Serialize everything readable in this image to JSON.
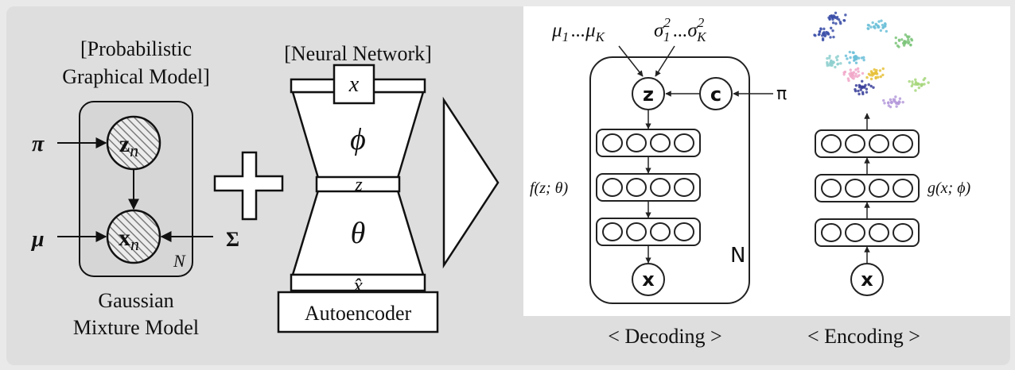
{
  "pgm": {
    "title_line1": "[Probabilistic",
    "title_line2": "Graphical Model]",
    "pi": "π",
    "mu": "μ",
    "sigma": "Σ",
    "z_main": "z",
    "x_main": "x",
    "sub_n": "n",
    "plate_label": "N",
    "caption_line1": "Gaussian",
    "caption_line2": "Mixture Model"
  },
  "nn": {
    "title": "[Neural Network]",
    "x": "x",
    "phi": "ϕ",
    "z": "z",
    "theta": "θ",
    "xhat": "x̂",
    "caption": "Autoencoder"
  },
  "vade": {
    "params_mu": "μ₁ ... μ_K",
    "params_sigma": "σ₁² ... σ_K²",
    "mu_main": "μ",
    "mu_sub1": "1",
    "mu_dots": "...",
    "mu_subK": "K",
    "sigma_main": "σ",
    "sigma_sup": "2",
    "sigma_sub1": "1",
    "sigma_dots": "...",
    "sigma_subK": "K",
    "node_z": "z",
    "node_c": "c",
    "pi": "π",
    "node_x": "x",
    "decoder_fn": "f(z; θ)",
    "encoder_fn": "g(x; ϕ)",
    "plate": "N",
    "decoding_caption": "< Decoding >",
    "encoding_caption": "< Encoding >"
  },
  "colors": {
    "outer_background": "#e9e9e9",
    "inner_background": "#dedede",
    "plate_fill": "#d6d6d6",
    "panel_background": "#ffffff",
    "stroke": "#111111",
    "hatch": "#7a7a7a"
  },
  "cluster_colors": [
    "#3b4fa8",
    "#6cc0d8",
    "#e6c13a",
    "#7cc47a",
    "#a7d77c",
    "#b59adb",
    "#3a3f9a",
    "#f1a7c9",
    "#8fd0cf"
  ]
}
